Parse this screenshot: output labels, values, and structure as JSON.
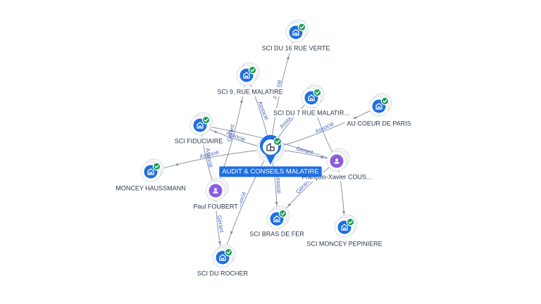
{
  "diagram": {
    "center": {
      "id": "audit",
      "label": "AUDIT & CONSEILS MALATIRE",
      "icon": "company-building-icon",
      "verified": true
    },
    "nodes": [
      {
        "id": "rueverte",
        "label": "SCI DU 16 RUE VERTE",
        "kind": "company",
        "icon": "building-icon",
        "verified": true
      },
      {
        "id": "malatire9",
        "label": "SCI 9, RUE MALATIRE",
        "kind": "company",
        "icon": "building-icon",
        "verified": true
      },
      {
        "id": "malatire7",
        "label": "SCI DU 7 RUE MALATIR...",
        "kind": "company",
        "icon": "building-icon",
        "verified": true
      },
      {
        "id": "coeurparis",
        "label": "AU COEUR DE PARIS",
        "kind": "company",
        "icon": "building-icon",
        "verified": true
      },
      {
        "id": "fiduciaire",
        "label": "SCI FIDUCIAIRE",
        "kind": "company",
        "icon": "building-icon",
        "verified": true
      },
      {
        "id": "haussmann",
        "label": "MONCEY HAUSSMANN",
        "kind": "company",
        "icon": "building-icon",
        "verified": true
      },
      {
        "id": "foubert",
        "label": "Paul FOUBERT",
        "kind": "person",
        "icon": "person-icon",
        "verified": false
      },
      {
        "id": "cous",
        "label": "François-Xavier COUS...",
        "kind": "person",
        "icon": "person-icon",
        "verified": false
      },
      {
        "id": "brasfer",
        "label": "SCI BRAS DE FER",
        "kind": "company",
        "icon": "building-icon",
        "verified": true
      },
      {
        "id": "pepiniere",
        "label": "SCI MONCEY PEPINIERE",
        "kind": "company",
        "icon": "building-icon",
        "verified": true
      },
      {
        "id": "rocher",
        "label": "SCI DU ROCHER",
        "kind": "company",
        "icon": "building-icon",
        "verified": true
      }
    ],
    "edges": [
      {
        "from": "audit",
        "to": "rueverte",
        "label": "Associé"
      },
      {
        "from": "audit",
        "to": "malatire9",
        "label": "Associé"
      },
      {
        "from": "audit",
        "to": "malatire7",
        "label": "Associé"
      },
      {
        "from": "audit",
        "to": "coeurparis",
        "label": "Associé"
      },
      {
        "from": "audit",
        "to": "fiduciaire",
        "label": "Associé"
      },
      {
        "from": "audit",
        "to": "haussmann",
        "label": "Associé"
      },
      {
        "from": "audit",
        "to": "brasfer",
        "label": "Associé"
      },
      {
        "from": "audit",
        "to": "rocher",
        "label": "Associé"
      },
      {
        "from": "audit",
        "to": "cous",
        "label": "Gérant"
      },
      {
        "from": "foubert",
        "to": "malatire9",
        "label": "Gérant"
      },
      {
        "from": "foubert",
        "to": "fiduciaire",
        "label": "Associé"
      },
      {
        "from": "foubert",
        "to": "rocher",
        "label": "Gérant"
      },
      {
        "from": "cous",
        "to": "malatire7",
        "label": ""
      },
      {
        "from": "cous",
        "to": "brasfer",
        "label": "Gérant"
      },
      {
        "from": "cous",
        "to": "pepiniere",
        "label": ""
      },
      {
        "from": "cous",
        "to": "fiduciaire",
        "label": ""
      }
    ]
  },
  "colors": {
    "company": "#1f6fe0",
    "person": "#8a5cdf",
    "verified": "#1e9e5a",
    "edge": "#8b95a8",
    "edge_label": "#4a63c2",
    "center_label": "#1f6fe0"
  }
}
